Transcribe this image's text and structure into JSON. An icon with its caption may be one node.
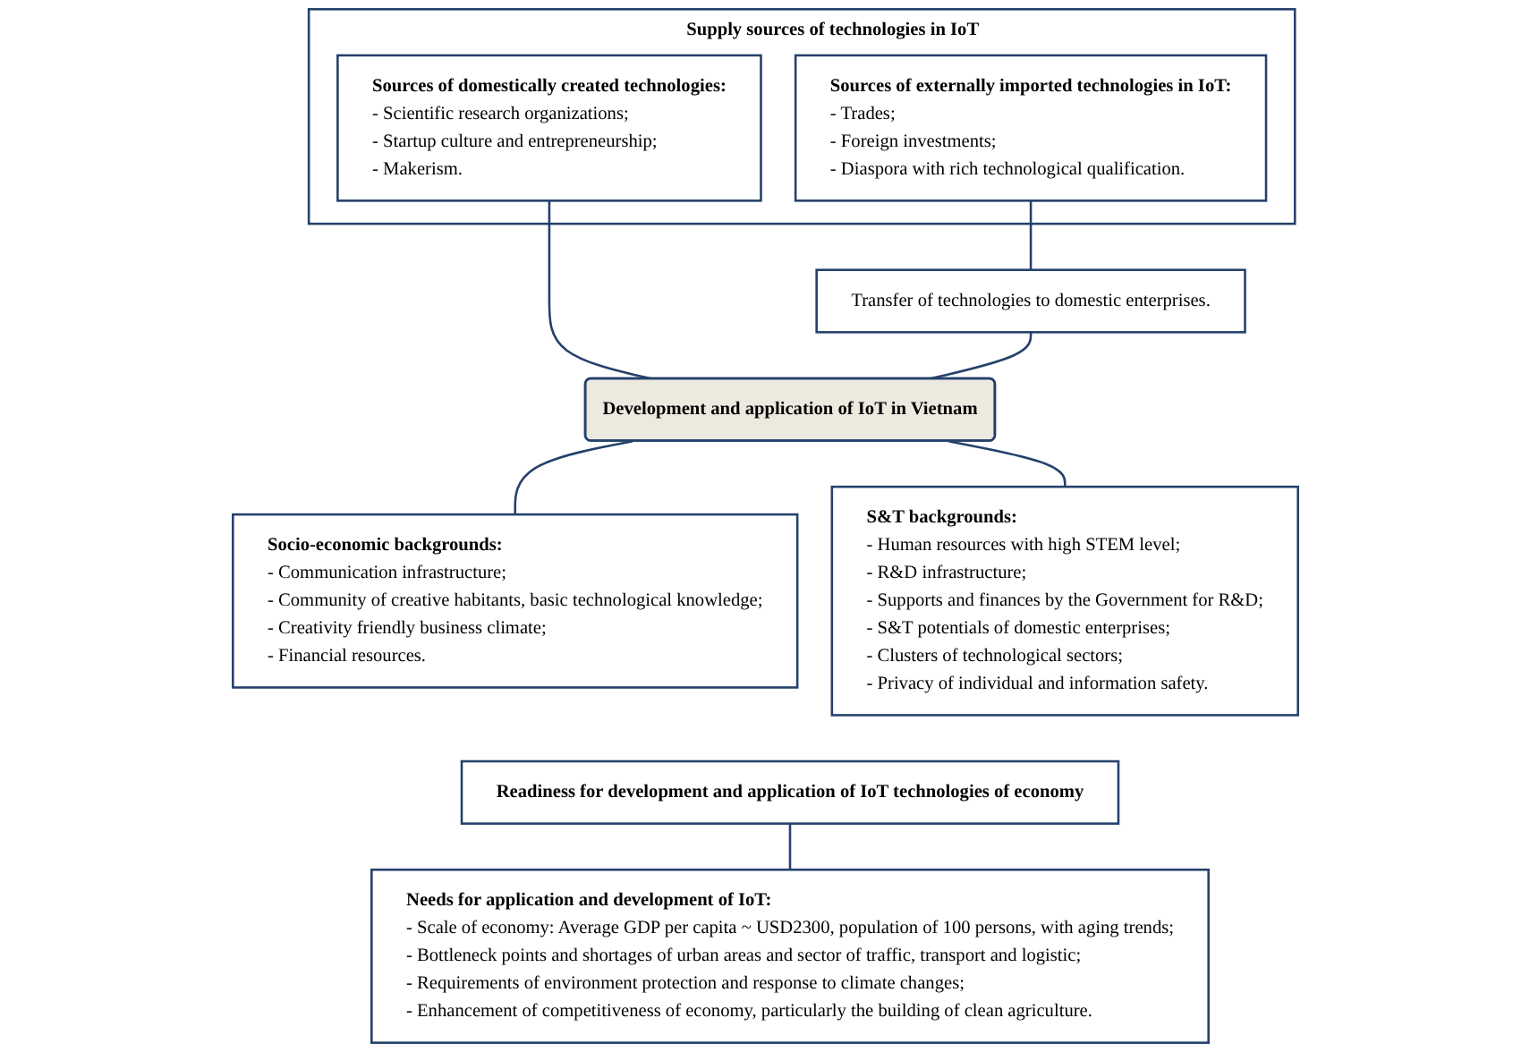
{
  "diagram": {
    "nodes": [
      {
        "text": [
          "Supply sources of technologies in IoT"
        ]
      },
      {
        "text": [
          "Sources of externally imported technologies in IoT:",
          "- Trades;",
          "- Foreign investments;",
          "- Diaspora with rich technological qualification."
        ],
        "in": 0
      },
      {
        "text": [
          "Sources of domestically created technologies:",
          "- Scientific research organizations;",
          "- Startup culture and entrepreneurship;",
          "- Makerism."
        ],
        "in": 0
      },
      {
        "text": [
          "Transfer of technologies to domestic enterprises."
        ]
      },
      {
        "text": [
          "Development and application of IoT in Vietnam"
        ]
      },
      {
        "text": [
          "Socio-economic backgrounds:",
          "- Communication infrastructure;",
          "- Community of creative habitants, basic technological knowledge;",
          "- Creativity friendly business climate;",
          "- Financial resources."
        ]
      },
      {
        "text": [
          "S&T backgrounds:",
          "- Human resources with high STEM level;",
          "- R&D infrastructure;",
          "- Supports and finances by the Government for R&D;",
          "- S&T potentials of domestic enterprises;",
          "- Clusters of technological sectors;",
          "- Privacy of individual and information safety."
        ]
      },
      {
        "text": [
          "Readiness for development and application of IoT technologies of economy"
        ]
      },
      {
        "text": [
          "Needs for application and development of IoT:",
          "- Scale of economy: Average GDP per capita ~ USD2300, population of 100 persons, with aging trends;",
          "- Bottleneck points and shortages of urban areas and sector of traffic, transport and logistic;",
          "- Requirements of environment protection and response to climate changes;",
          "- Enhancement of competitiveness of economy, particularly the building of clean agriculture."
        ]
      }
    ],
    "edges": [
      {
        "from": 1,
        "to": 3,
        "arrow": "none"
      },
      {
        "from": 2,
        "to": 4,
        "arrow": "none"
      },
      {
        "from": 3,
        "to": 4,
        "arrow": "none"
      },
      {
        "from": 4,
        "to": 5,
        "arrow": "none"
      },
      {
        "from": 4,
        "to": 6,
        "arrow": "none"
      },
      {
        "from": 7,
        "to": 8,
        "arrow": "none"
      }
    ]
  }
}
